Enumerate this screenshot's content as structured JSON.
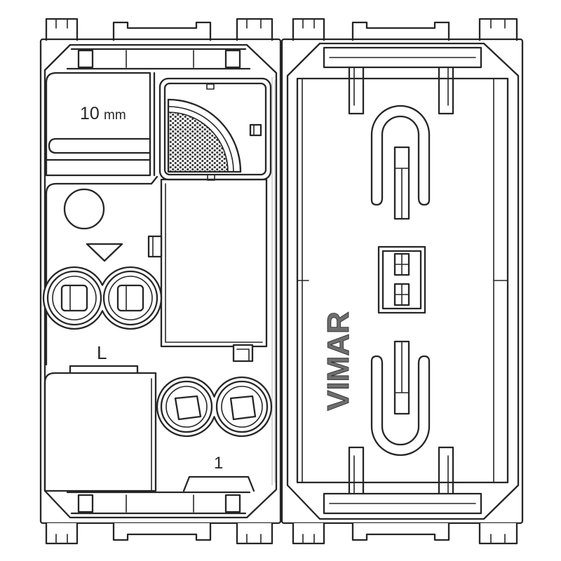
{
  "labels": {
    "strip_length_value": "10",
    "strip_length_unit": "mm",
    "terminal_l": "L",
    "terminal_1": "1",
    "brand": "VIMAR"
  },
  "colors": {
    "line": "#262626",
    "brand_text": "#6e6e6e"
  }
}
